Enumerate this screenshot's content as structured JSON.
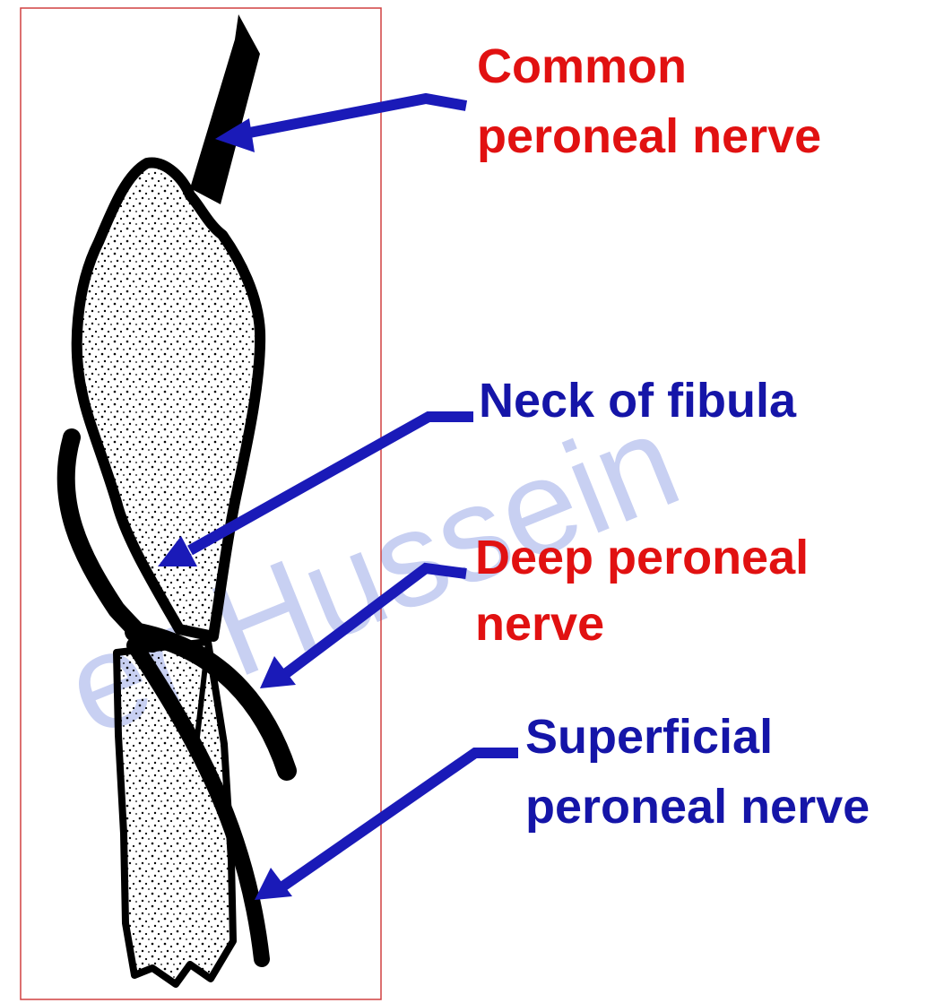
{
  "watermark": {
    "text": "er Hussein",
    "color": "#9aaae8"
  },
  "colors": {
    "red_label": "#e11111",
    "blue_label": "#1515a8",
    "arrow": "#1a1ab8",
    "frame": "#d04040",
    "outline": "#000000"
  },
  "labels": {
    "common_line1": "Common",
    "common_line2": "peroneal nerve",
    "neck": "Neck of fibula",
    "deep_line1": "Deep peroneal",
    "deep_line2": "nerve",
    "superficial_line1": "Superficial",
    "superficial_line2": "peroneal nerve"
  }
}
